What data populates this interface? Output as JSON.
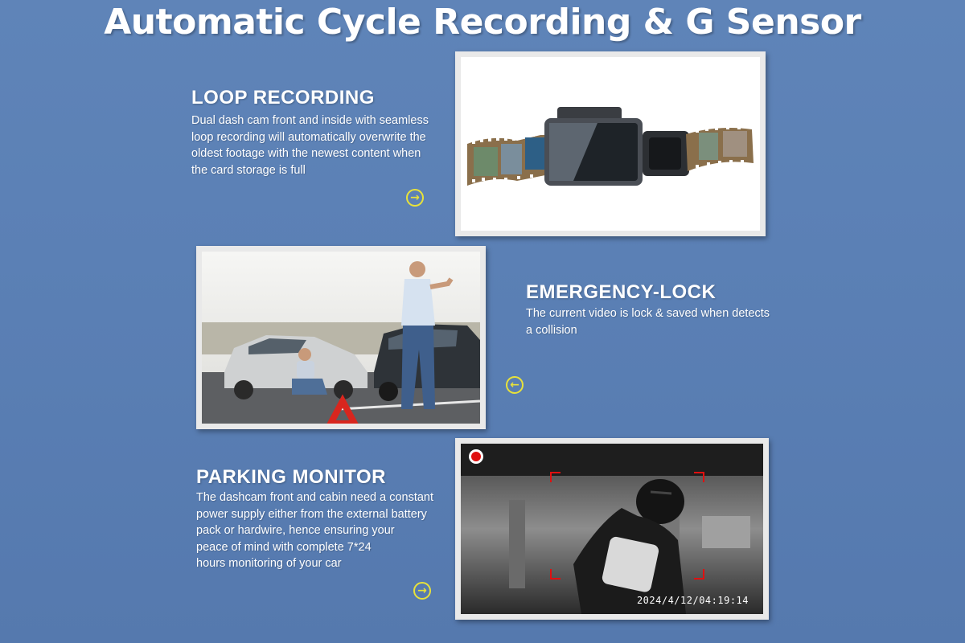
{
  "header": {
    "title": "Automatic Cycle Recording  & G Sensor"
  },
  "sections": {
    "loop": {
      "heading": "LOOP RECORDING",
      "lines": [
        "Dual dash cam front and inside with seamless",
        "loop recording will automatically overwrite the",
        "oldest footage with the newest content when",
        "the card storage is full"
      ],
      "arrow_icon": "arrow-right-icon"
    },
    "emergency": {
      "heading": "EMERGENCY-LOCK",
      "lines": [
        "The current video is lock & saved when detects",
        "a collision"
      ],
      "arrow_icon": "arrow-left-icon"
    },
    "parking": {
      "heading": "PARKING MONITOR",
      "lines": [
        "The dashcam front and cabin need a constant",
        "power supply either from the external battery",
        "pack or hardwire, hence ensuring your",
        "peace of mind with complete 7*24",
        "hours monitoring of your car"
      ],
      "arrow_icon": "arrow-right-icon",
      "timestamp": "2024/4/12/04:19:14"
    }
  },
  "colors": {
    "background": "#5b80b5",
    "accent_arrow": "#e8e23a",
    "record_dot": "#e01010",
    "frame": "#e9e9e9"
  }
}
